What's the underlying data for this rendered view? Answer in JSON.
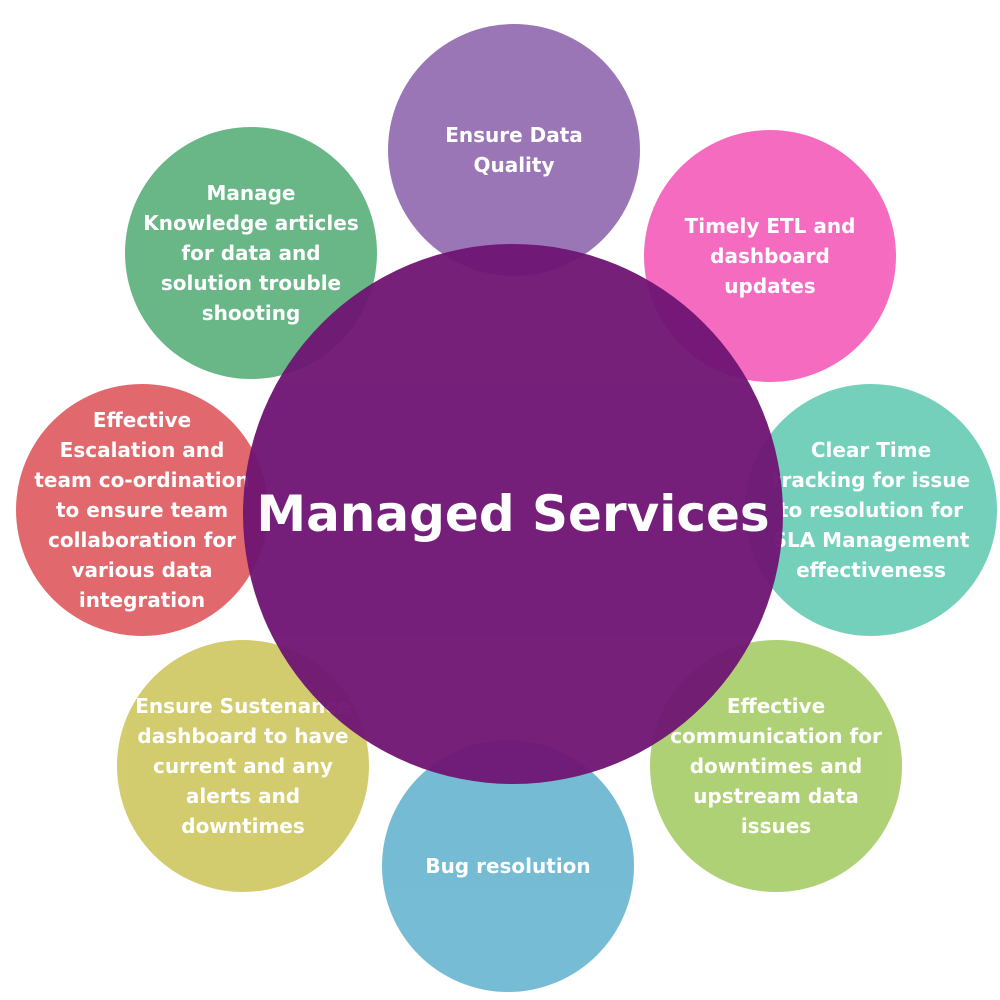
{
  "diagram": {
    "center": {
      "label": "Managed Services",
      "color": "#6f1473"
    },
    "nodes": [
      {
        "id": "top",
        "label": "Ensure Data Quality",
        "color": "#8a5fab"
      },
      {
        "id": "tr",
        "label": "Timely ETL and dashboard updates",
        "color": "#f452b6"
      },
      {
        "id": "right",
        "label": "Clear Time tracking for issue to resolution for SLA Management effectiveness",
        "color": "#5cc8b0"
      },
      {
        "id": "br",
        "label": "Effective communication for downtimes and upstream data issues",
        "color": "#a2c95e"
      },
      {
        "id": "bottom",
        "label": "Bug resolution",
        "color": "#5eb0cc"
      },
      {
        "id": "bl",
        "label": "Ensure Sustenance dashboard to have current and any alerts and downtimes",
        "color": "#cbc457"
      },
      {
        "id": "left",
        "label": "Effective Escalation and team co-ordination to ensure team collaboration for various data integration",
        "color": "#dc4f54"
      },
      {
        "id": "tl",
        "label": "Manage Knowledge articles for data and solution trouble shooting",
        "color": "#4faa73"
      }
    ]
  }
}
